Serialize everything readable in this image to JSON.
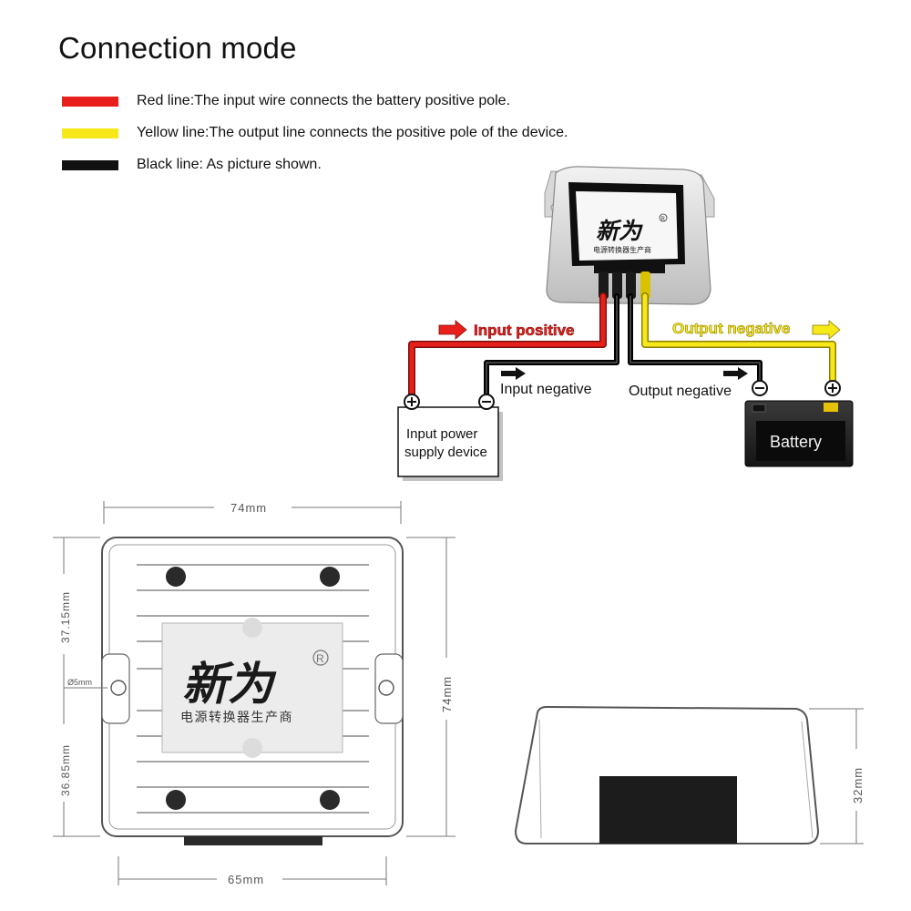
{
  "title": "Connection mode",
  "colors": {
    "red": "#e8201c",
    "yellow": "#f7e81a",
    "black": "#111111",
    "brand_red": "#c8102e"
  },
  "legend": [
    {
      "color": "#e8201c",
      "text": "Red line:The input wire connects the battery positive pole."
    },
    {
      "color": "#f7e81a",
      "text": "Yellow line:The output line connects the positive pole of the device."
    },
    {
      "color": "#111111",
      "text": "Black line: As picture shown."
    }
  ],
  "wiring": {
    "input_positive": "Input positive",
    "output_negative_top": "Output negative",
    "input_negative": "Input negative",
    "output_negative": "Output negative",
    "input_device": [
      "Input power",
      "supply device"
    ],
    "battery": "Battery",
    "plus": "+",
    "minus": "−"
  },
  "brand": {
    "logo": "新为",
    "subtitle": "电源转换器生产商",
    "registered": "R"
  },
  "dimensions": {
    "top_width": "74mm",
    "bottom_width": "65mm",
    "left_upper": "37.15mm",
    "left_lower": "36.85mm",
    "hole": "Ø5mm",
    "right_height": "74mm",
    "side_height": "32mm"
  }
}
